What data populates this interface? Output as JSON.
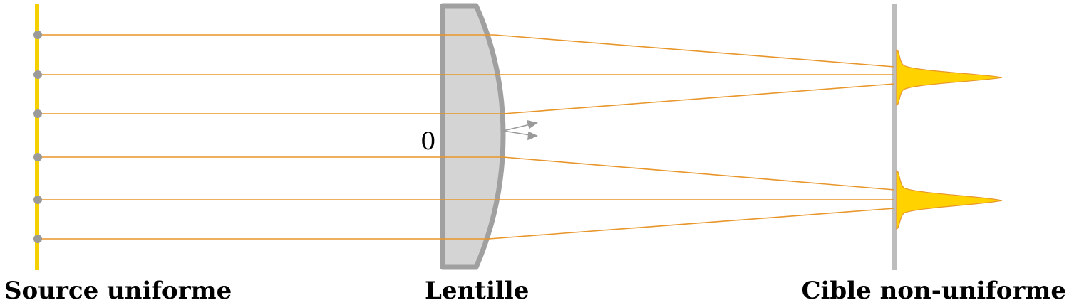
{
  "labels": {
    "source": "Source uniforme",
    "lens": "Lentille",
    "target": "Cible non-uniforme",
    "origin": "0"
  },
  "colors": {
    "source_bar": "#f5d000",
    "ray": "#e8962a",
    "point": "#9a9a9a",
    "lens_fill": "#d4d4d4",
    "lens_stroke": "#a0a0a0",
    "target_bar": "#bdbdbd",
    "peak_fill": "#ffd200",
    "arrow": "#9a9a9a"
  }
}
